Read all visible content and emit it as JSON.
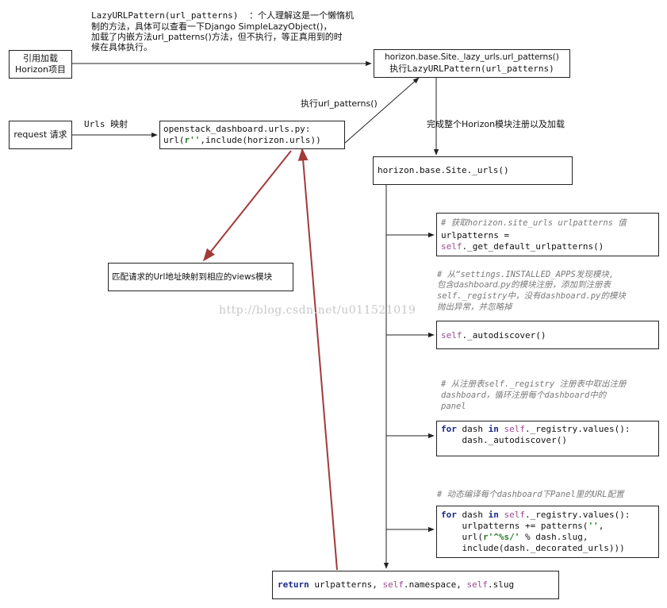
{
  "notes": {
    "lazy_title": "LazyURLPattern(url_patterns)",
    "lazy_desc_1": "：个人理解这是一个懒惰机",
    "lazy_desc_2": "制的方法，具体可以查看一下Django SimpleLazyObject()，",
    "lazy_desc_3": "加载了内嵌方法url_patterns()方法，但不执行，等正真用到的时",
    "lazy_desc_4": "候在具体执行。",
    "exec_url_patterns": "执行url_patterns()",
    "finish_registration": "完成整个Horizon模块注册以及加载",
    "urls_mapping": "Urls 映射",
    "watermark": "http://blog.csdn.net/u011521019"
  },
  "boxes": {
    "ref_load_line1": "引用加载",
    "ref_load_line2": "Horizon项目",
    "request": "request 请求",
    "dashboard_urls_line1": "openstack_dashboard.urls.py:",
    "dashboard_urls_line2_a": "url(",
    "dashboard_urls_line2_str": "r''",
    "dashboard_urls_line2_b": ",include(horizon.urls))",
    "lazy_urls_line1": "horizon.base.Site._lazy_urls.url_patterns()",
    "lazy_urls_line2": "执行LazyURLPattern(url_patterns)",
    "site_urls": "horizon.base.Site._urls()",
    "match_views": "匹配请求的Url地址映射到相应的views模块",
    "get_default_line1": "urlpatterns =",
    "get_default_self": "self",
    "get_default_line2": "._get_default_urlpatterns()",
    "autodiscover_self": "self",
    "autodiscover": "._autodiscover()",
    "loop1_for": "for",
    "loop1_a": " dash ",
    "loop1_in": "in",
    "loop1_self": "self",
    "loop1_b": "._registry.values():",
    "loop1_line2": "    dash._autodiscover()",
    "loop2_for": "for",
    "loop2_a": " dash ",
    "loop2_in": "in",
    "loop2_self": "self",
    "loop2_b": "._registry.values():",
    "loop2_line2_a": "    urlpatterns += patterns(",
    "loop2_line2_str": "''",
    "loop2_line2_b": ",",
    "loop2_line3_a": "    url(",
    "loop2_line3_str": "r'^%s/'",
    "loop2_line3_b": " % dash.slug,",
    "loop2_line4": "    include(dash._decorated_urls)))",
    "return_kw": "return",
    "return_a": " urlpatterns, ",
    "return_self1": "self",
    "return_b": ".namespace, ",
    "return_self2": "self",
    "return_c": ".slug"
  },
  "comments": {
    "c1": "# 获取horizon.site_urls urlpatterns 值",
    "c2_line1": "# 从“settings.INSTALLED_APPS发现模块,",
    "c2_line2": "包含dashboard.py的模块注册，添加到注册表",
    "c2_line3": "self._registry中，没有dashboard.py的模块",
    "c2_line4": "抛出异常，并忽略掉",
    "c3_line1": "# 从注册表self._registry 注册表中取出注册",
    "c3_line2": "dashboard，循环注册每个dashboard中的",
    "c3_line3": "panel",
    "c4": "# 动态编译每个dashboard下Panel里的URL配置"
  },
  "colors": {
    "red_arrow": "#a33a3a",
    "keyword": "#1b2b87",
    "self": "#9a4a8e",
    "string": "#2a7f2a",
    "comment": "#7a7a7a"
  }
}
